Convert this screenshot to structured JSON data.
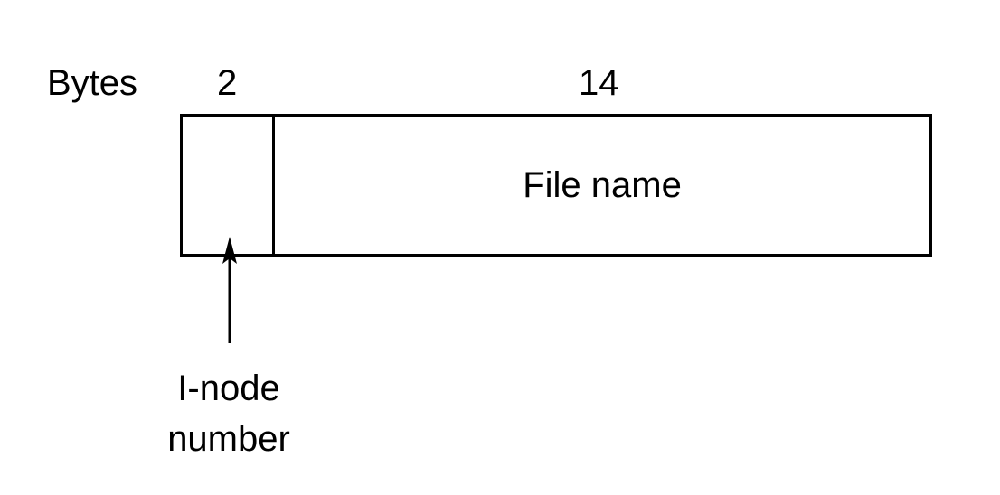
{
  "diagram": {
    "bytes_label": "Bytes",
    "sizes": {
      "inode": "2",
      "filename": "14"
    },
    "fields": {
      "filename": "File name"
    },
    "caption": {
      "line1": "I-node",
      "line2": "number"
    },
    "colors": {
      "line": "#000000",
      "background": "#ffffff"
    }
  }
}
